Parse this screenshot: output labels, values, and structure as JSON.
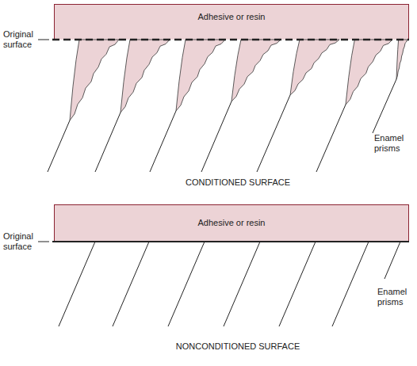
{
  "diagram": {
    "nodes": [
      {
        "text": [
          "Adhesive or resin"
        ]
      },
      {
        "text": [
          "Adhesive or resin"
        ]
      }
    ],
    "labels": [
      "Original surface",
      "Enamel prisms",
      "CONDITIONED SURFACE",
      "Original surface",
      "Enamel prisms",
      "NONCONDITIONED SURFACE"
    ]
  }
}
